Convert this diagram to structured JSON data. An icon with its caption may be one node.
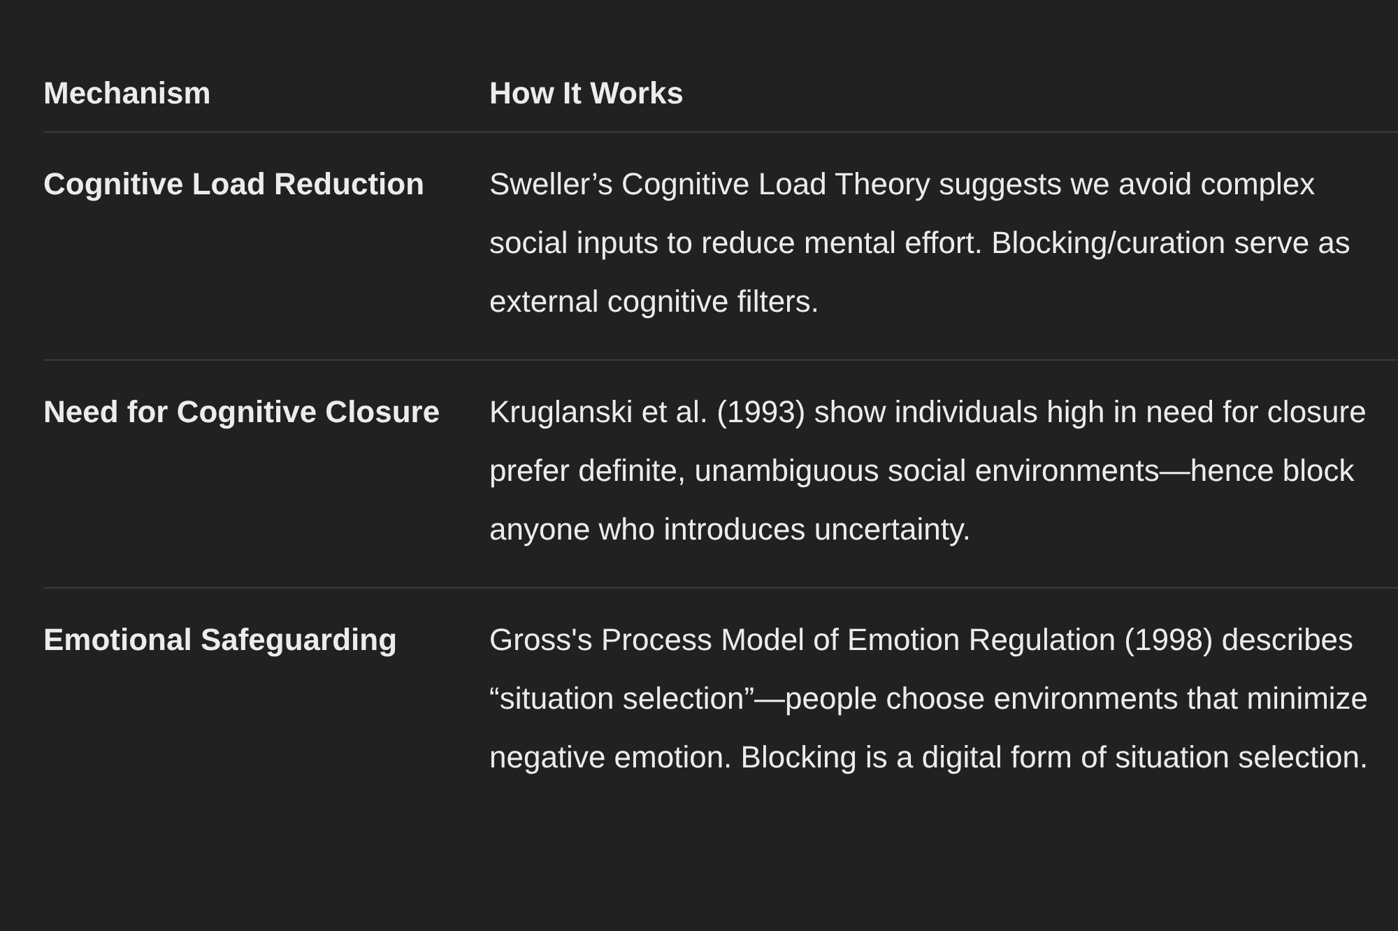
{
  "diagram": {
    "labels": [
      "Mechanism",
      "How It Works",
      "Cognitive Load Reduction",
      "Sweller’s Cognitive Load Theory suggests we avoid complex social inputs to reduce mental effort. Blocking/curation serve as external cognitive filters.",
      "Need for Cognitive Closure",
      "Kruglanski et al. (1993) show individuals high in need for closure prefer definite, unambiguous social environments—hence block anyone who introduces uncertainty.",
      "Emotional Safeguarding",
      "Gross's Process Model of Emotion Regulation (1998) describes “situation selection”—people choose environments that minimize negative emotion. Blocking is a digital form of situation selection."
    ]
  }
}
